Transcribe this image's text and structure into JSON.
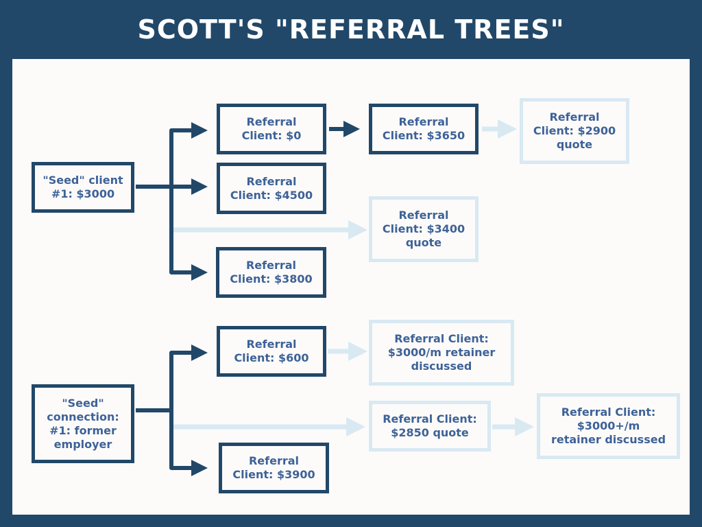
{
  "title": "SCOTT'S \"REFERRAL TREES\"",
  "colors": {
    "background": "#214868",
    "panel": "#fcfbfa",
    "confirmed": "#214868",
    "pending": "#d8e9f2",
    "text": "#3e6297"
  },
  "tree1": {
    "seed": "\"Seed\" client\n#1: $3000",
    "nodes": [
      {
        "label": "Referral\nClient: $0",
        "status": "confirmed"
      },
      {
        "label": "Referral\nClient: $3650",
        "status": "confirmed"
      },
      {
        "label": "Referral\nClient: $2900\nquote",
        "status": "pending"
      },
      {
        "label": "Referral\nClient: $4500",
        "status": "confirmed"
      },
      {
        "label": "Referral\nClient: $3400\nquote",
        "status": "pending"
      },
      {
        "label": "Referral\nClient: $3800",
        "status": "confirmed"
      }
    ]
  },
  "tree2": {
    "seed": "\"Seed\"\nconnection:\n#1: former\nemployer",
    "nodes": [
      {
        "label": "Referral\nClient: $600",
        "status": "confirmed"
      },
      {
        "label": "Referral Client:\n$3000/m retainer\ndiscussed",
        "status": "pending"
      },
      {
        "label": "Referral Client:\n$2850 quote",
        "status": "pending"
      },
      {
        "label": "Referral Client:\n$3000+/m\nretainer discussed",
        "status": "pending"
      },
      {
        "label": "Referral\nClient: $3900",
        "status": "confirmed"
      }
    ]
  }
}
